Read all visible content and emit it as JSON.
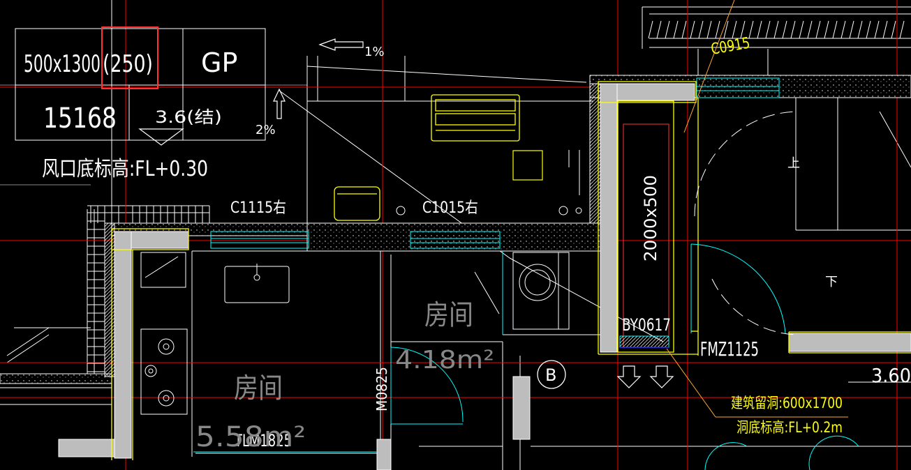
{
  "colors": {
    "background": "#000000",
    "wall_fill": "#bdbdbd",
    "axis_line": "#ff0000",
    "window_line": "#00ffff",
    "wall_outline": "#ffff00",
    "linework": "#ffffff",
    "highlight_box": "#ff3333"
  },
  "duct_table": {
    "size": "500x1300",
    "size_note": "(250)",
    "type": "GP",
    "airflow": "15168",
    "elevation": "3.6(结)"
  },
  "annotations": {
    "slope_top": "1%",
    "slope_side": "2%",
    "vent_elevation": "风口底标高:FL+0.30",
    "opening_size": "建筑留洞:600x1700",
    "opening_elevation": "洞底标高:FL+0.2m",
    "up": "上",
    "down": "下",
    "right_level": "3.60"
  },
  "windows": {
    "c1115": "C1115右",
    "c1015": "C1015右",
    "c0915": "C0915"
  },
  "doors": {
    "m0825": "M0825",
    "tlm1825": "TLM1825",
    "fmz1125": "FMZ1125",
    "by0617": "BY0617"
  },
  "rooms": {
    "room_center_label": "房间",
    "room_center_area": "4.18m²",
    "room_left_label": "房间",
    "room_left_area": "5.58m²"
  },
  "shaft": {
    "size": "2000x500"
  },
  "grid": {
    "axis_b": "B"
  }
}
